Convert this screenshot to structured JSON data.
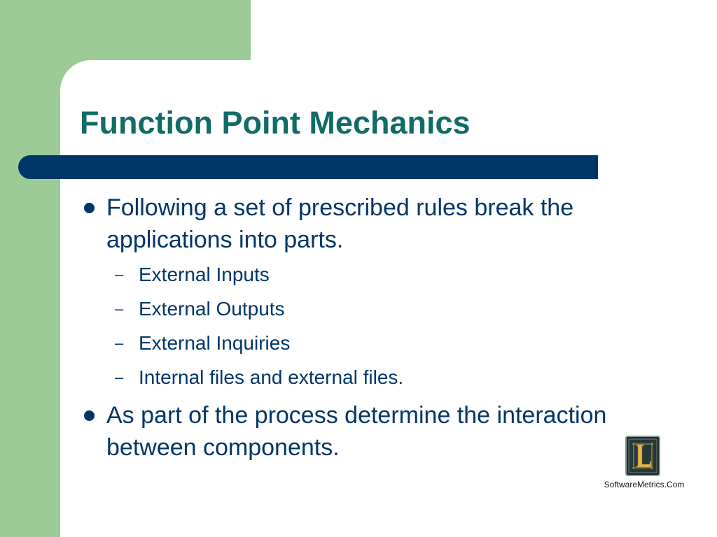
{
  "slide": {
    "title": "Function Point Mechanics",
    "bullets": [
      {
        "text": "Following a set of prescribed rules break the applications into parts.",
        "subitems": [
          "External Inputs",
          "External Outputs",
          "External Inquiries",
          "Internal files and external files."
        ]
      },
      {
        "text": "As part of the process determine the interaction between components.",
        "subitems": []
      }
    ],
    "sub_bullet_marker": "–"
  },
  "logo": {
    "caption": "SoftwareMetrics.Com",
    "icon": "letter-l-logo-icon"
  },
  "colors": {
    "green_band": "#9ccb98",
    "title": "#116b66",
    "title_bar": "#003668",
    "body_text": "#003668",
    "background": "#ffffff"
  }
}
